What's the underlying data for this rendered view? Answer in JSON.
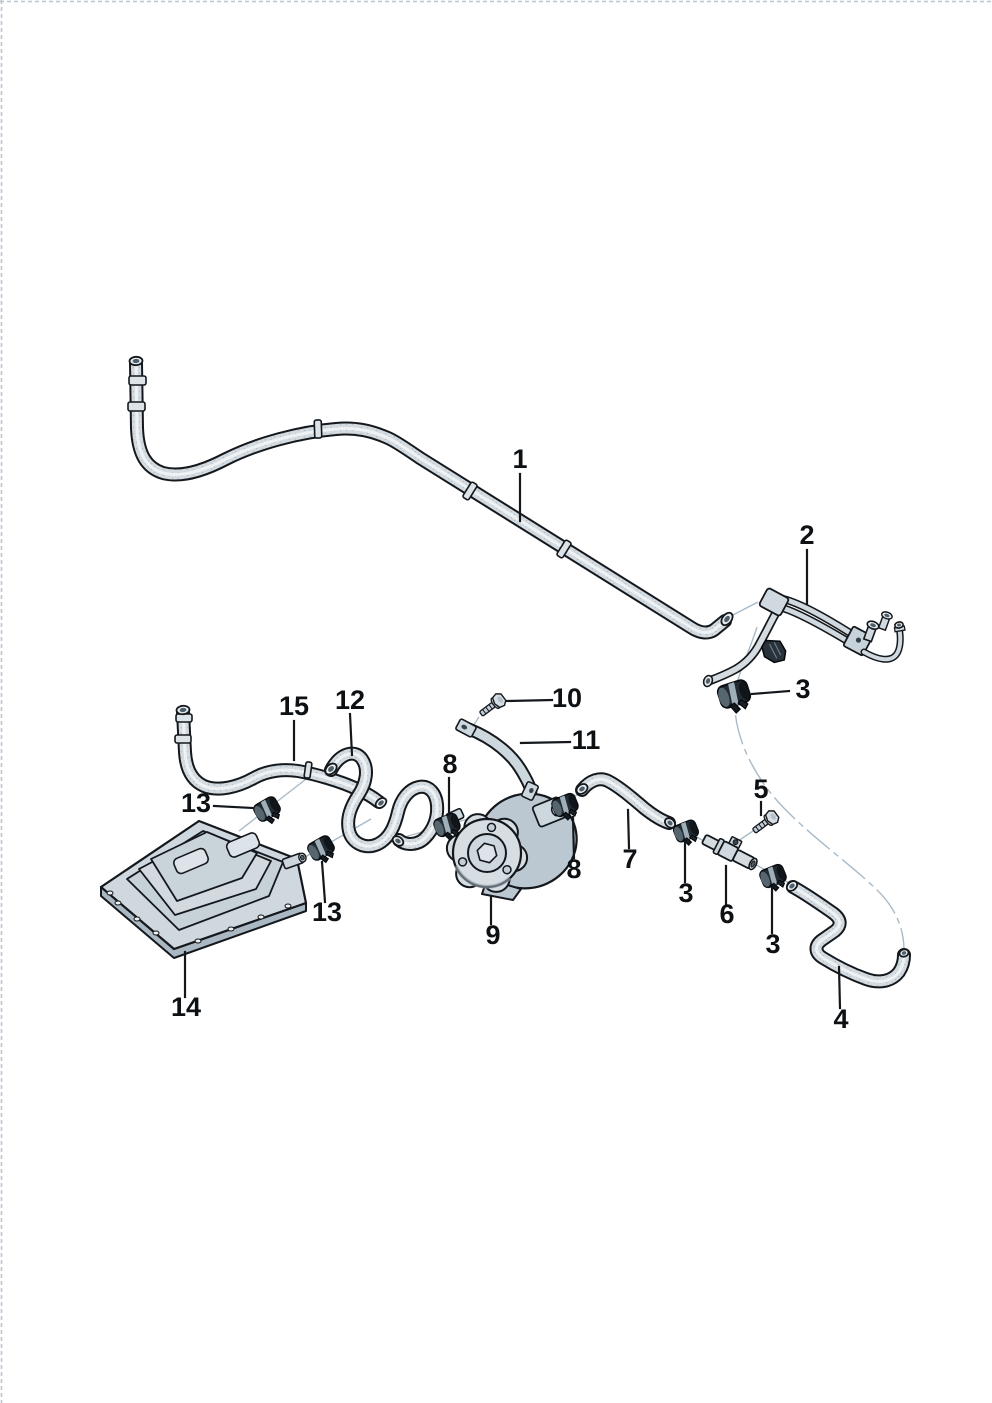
{
  "diagram": {
    "type": "exploded-parts-diagram",
    "colors": {
      "background": "#ffffff",
      "ink": "#14181c",
      "hose_fill": "#d4dce1",
      "hose_highlight": "#eef2f4",
      "metal_fill": "#c9d3da",
      "clamp_fill": "#232b32",
      "bore": "#4e5f6b",
      "guide_line": "#a8bac8",
      "page_border": "#b9c6d4"
    },
    "callouts": [
      {
        "text": "1"
      },
      {
        "text": "2"
      },
      {
        "text": "3"
      },
      {
        "text": "4"
      },
      {
        "text": "5"
      },
      {
        "text": "6"
      },
      {
        "text": "3"
      },
      {
        "text": "3"
      },
      {
        "text": "7"
      },
      {
        "text": "8"
      },
      {
        "text": "8"
      },
      {
        "text": "9"
      },
      {
        "text": "10"
      },
      {
        "text": "11"
      },
      {
        "text": "12"
      },
      {
        "text": "13"
      },
      {
        "text": "13"
      },
      {
        "text": "14"
      },
      {
        "text": "15"
      }
    ],
    "parts": [
      {
        "number": "1",
        "name": "hose"
      },
      {
        "number": "2",
        "name": "pipe-assembly"
      },
      {
        "number": "3",
        "name": "clamp"
      },
      {
        "number": "4",
        "name": "hose"
      },
      {
        "number": "5",
        "name": "bolt"
      },
      {
        "number": "6",
        "name": "connector"
      },
      {
        "number": "7",
        "name": "hose"
      },
      {
        "number": "8",
        "name": "clamp"
      },
      {
        "number": "9",
        "name": "pump"
      },
      {
        "number": "10",
        "name": "bolt"
      },
      {
        "number": "11",
        "name": "strap-bracket"
      },
      {
        "number": "12",
        "name": "hose"
      },
      {
        "number": "13",
        "name": "clamp"
      },
      {
        "number": "14",
        "name": "module"
      },
      {
        "number": "15",
        "name": "hose"
      }
    ]
  }
}
